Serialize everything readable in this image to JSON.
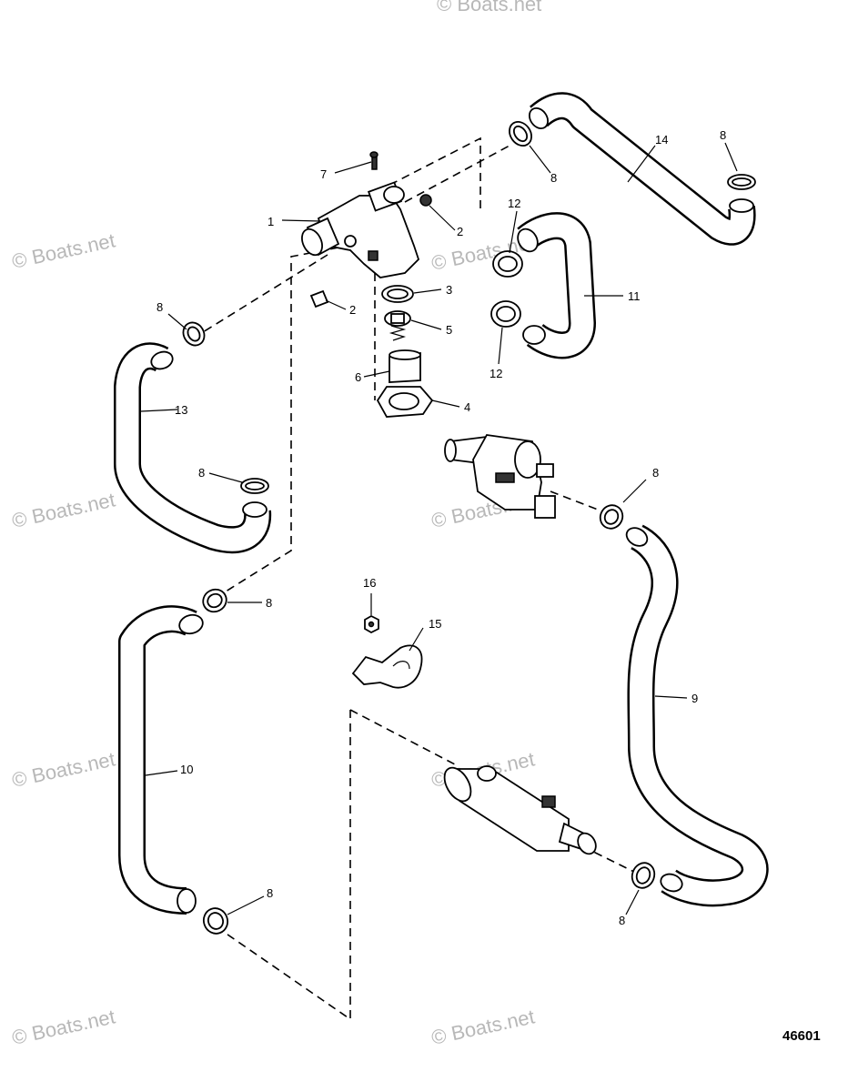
{
  "diagram_number": "46601",
  "watermark_text": "© Boats.net",
  "callouts": {
    "c1": "1",
    "c2a": "2",
    "c2b": "2",
    "c3": "3",
    "c4": "4",
    "c5": "5",
    "c6": "6",
    "c7": "7",
    "c8a": "8",
    "c8b": "8",
    "c8c": "8",
    "c8d": "8",
    "c8e": "8",
    "c8f": "8",
    "c8g": "8",
    "c8h": "8",
    "c9": "9",
    "c10": "10",
    "c11": "11",
    "c12a": "12",
    "c12b": "12",
    "c13": "13",
    "c14": "14",
    "c15": "15",
    "c16": "16"
  }
}
